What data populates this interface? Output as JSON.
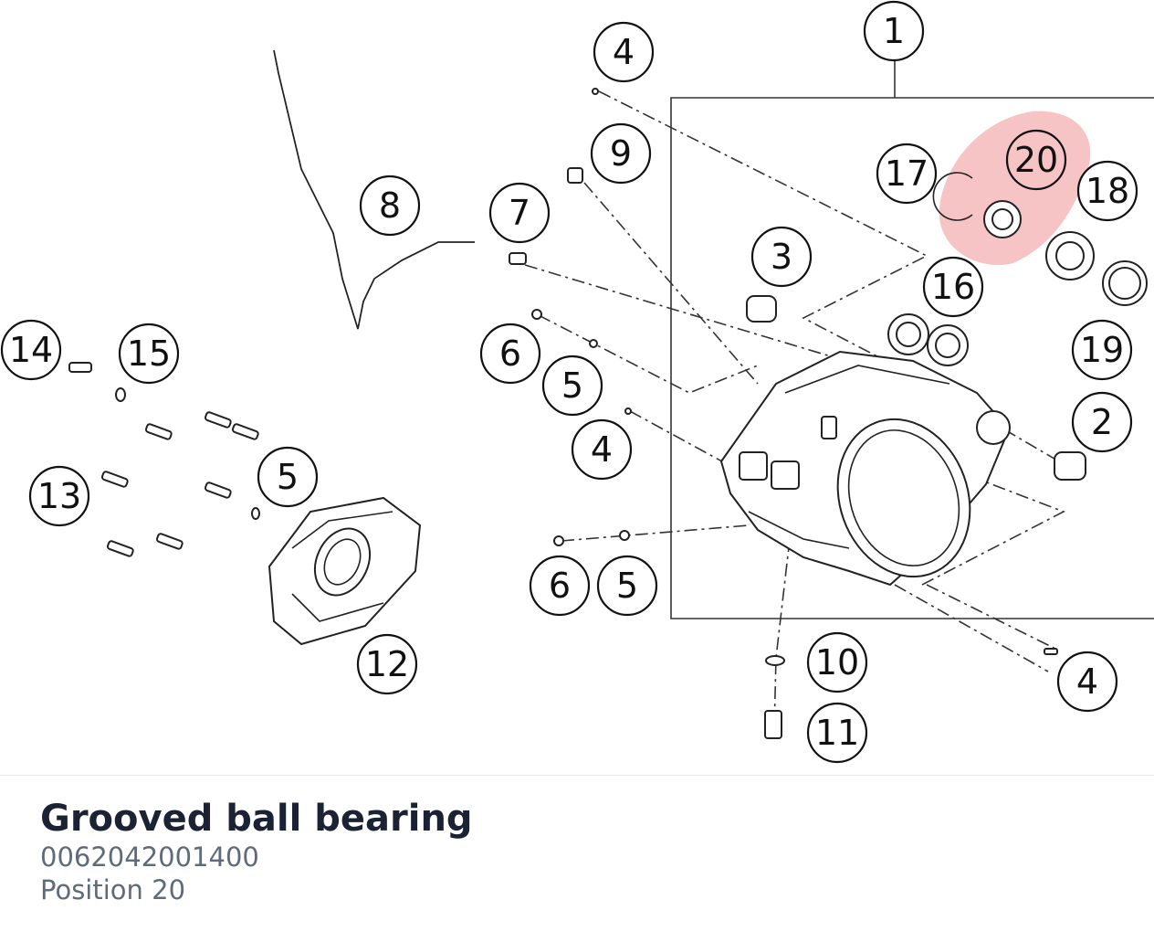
{
  "part": {
    "name": "Grooved ball bearing",
    "number": "0062042001400",
    "position": "Position 20"
  },
  "highlight_color": "#e8555a",
  "callouts": [
    {
      "label": "1"
    },
    {
      "label": "4"
    },
    {
      "label": "9"
    },
    {
      "label": "17"
    },
    {
      "label": "20"
    },
    {
      "label": "18"
    },
    {
      "label": "8"
    },
    {
      "label": "7"
    },
    {
      "label": "3"
    },
    {
      "label": "16"
    },
    {
      "label": "14"
    },
    {
      "label": "15"
    },
    {
      "label": "6"
    },
    {
      "label": "5"
    },
    {
      "label": "19"
    },
    {
      "label": "2"
    },
    {
      "label": "4"
    },
    {
      "label": "13"
    },
    {
      "label": "5"
    },
    {
      "label": "6"
    },
    {
      "label": "5"
    },
    {
      "label": "12"
    },
    {
      "label": "10"
    },
    {
      "label": "4"
    },
    {
      "label": "11"
    }
  ]
}
